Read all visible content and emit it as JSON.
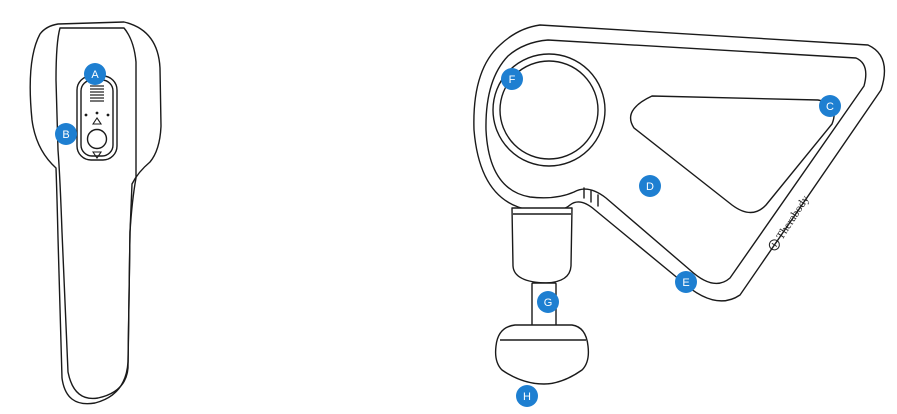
{
  "colors": {
    "callout": "#1e7fd1",
    "outline": "#1a1a1a",
    "label": "#ffffff"
  },
  "callouts": {
    "A": "A",
    "B": "B",
    "C": "C",
    "D": "D",
    "E": "E",
    "F": "F",
    "G": "G",
    "H": "H"
  },
  "brand": {
    "wordmark": "Therabody",
    "logo_icon": "therabody-logo-icon"
  }
}
